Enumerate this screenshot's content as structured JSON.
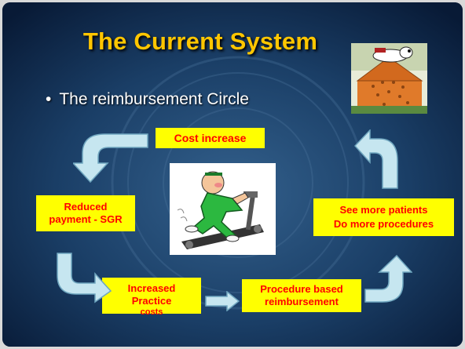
{
  "slide": {
    "title": "The Current System",
    "bullet": "The reimbursement Circle"
  },
  "diagram": {
    "nodes": {
      "cost_increase": "Cost increase",
      "reduced_payment": [
        "Reduced",
        "payment - SGR"
      ],
      "increased_costs": [
        "Increased",
        "Practice",
        "costs"
      ],
      "procedure_reimbursement": [
        "Procedure based",
        "reimbursement"
      ],
      "more_patients": [
        "See more patients",
        "Do more procedures"
      ]
    }
  },
  "colors": {
    "title": "#ffc600",
    "box_fill": "#ffff00",
    "box_text": "#ff0000",
    "arrow_fill": "#c6e6f0",
    "background": "#0a1f3e"
  },
  "icons": [
    "snoopy-doghouse-icon",
    "treadmill-runner-icon"
  ]
}
